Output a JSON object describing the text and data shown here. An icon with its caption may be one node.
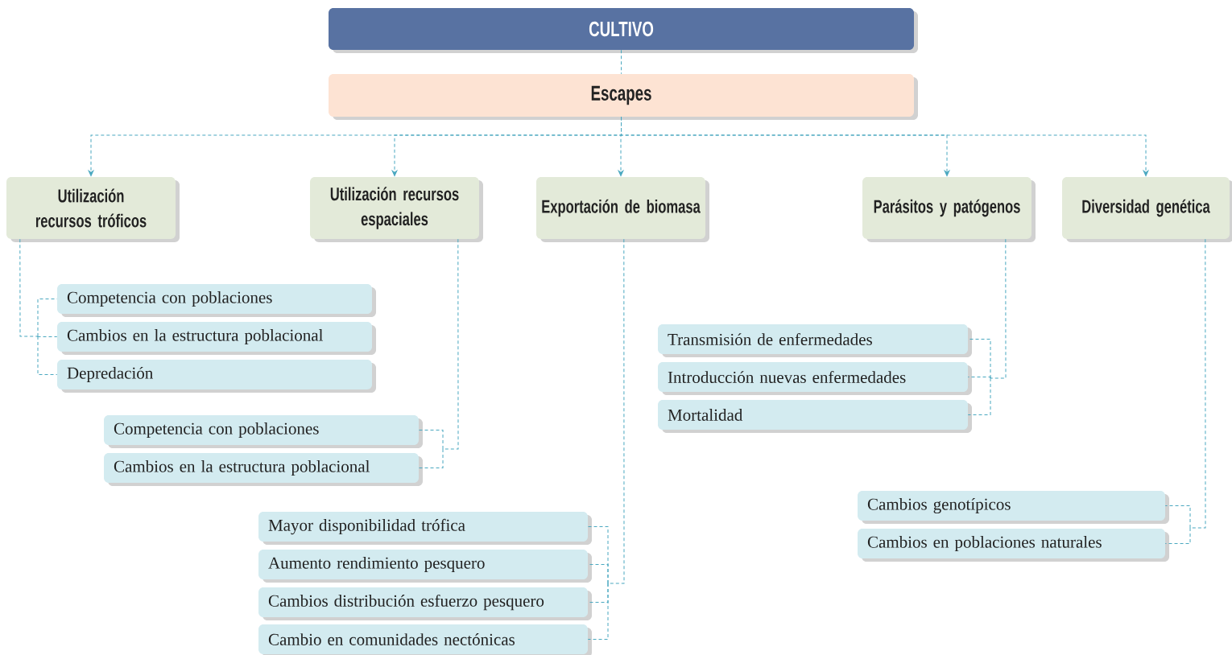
{
  "diagram": {
    "nodes": [
      {
        "text": [
          "CULTIVO"
        ]
      },
      {
        "text": [
          "Escapes"
        ]
      },
      {
        "text": [
          "Utilización recursos tróficos"
        ]
      },
      {
        "text": [
          "Utilización recursos espaciales"
        ]
      },
      {
        "text": [
          "Exportación de biomasa"
        ]
      },
      {
        "text": [
          "Parásitos y patógenos"
        ]
      },
      {
        "text": [
          "Diversidad genética"
        ]
      },
      {
        "text": [
          "Competencia con poblaciones"
        ]
      },
      {
        "text": [
          "Cambios en la estructura poblacional"
        ]
      },
      {
        "text": [
          "Depredación"
        ]
      },
      {
        "text": [
          "Competencia con poblaciones"
        ]
      },
      {
        "text": [
          "Cambios en la estructura poblacional"
        ]
      },
      {
        "text": [
          "Mayor disponibilidad trófica"
        ]
      },
      {
        "text": [
          "Aumento rendimiento pesquero"
        ]
      },
      {
        "text": [
          "Cambios distribución esfuerzo pesquero"
        ]
      },
      {
        "text": [
          "Cambio en comunidades nectónicas"
        ]
      },
      {
        "text": [
          "Transmisión de enfermedades"
        ]
      },
      {
        "text": [
          "Introducción nuevas enfermedades"
        ]
      },
      {
        "text": [
          "Mortalidad"
        ]
      },
      {
        "text": [
          "Cambios genotípicos"
        ]
      },
      {
        "text": [
          "Cambios en poblaciones naturales"
        ]
      }
    ],
    "edges": [
      {
        "from": 0,
        "to": 1,
        "arrow": "none",
        "style": "dashed"
      },
      {
        "from": 1,
        "to": 2,
        "arrow": "to",
        "style": "dashed"
      },
      {
        "from": 1,
        "to": 3,
        "arrow": "to",
        "style": "dashed"
      },
      {
        "from": 1,
        "to": 4,
        "arrow": "to",
        "style": "dashed"
      },
      {
        "from": 1,
        "to": 5,
        "arrow": "to",
        "style": "dashed"
      },
      {
        "from": 1,
        "to": 6,
        "arrow": "to",
        "style": "dashed"
      },
      {
        "from": 2,
        "to": 7,
        "arrow": "none",
        "style": "dashed"
      },
      {
        "from": 2,
        "to": 8,
        "arrow": "none",
        "style": "dashed"
      },
      {
        "from": 2,
        "to": 9,
        "arrow": "none",
        "style": "dashed"
      },
      {
        "from": 3,
        "to": 10,
        "arrow": "none",
        "style": "dashed"
      },
      {
        "from": 3,
        "to": 11,
        "arrow": "none",
        "style": "dashed"
      },
      {
        "from": 4,
        "to": 12,
        "arrow": "none",
        "style": "dashed"
      },
      {
        "from": 4,
        "to": 13,
        "arrow": "none",
        "style": "dashed"
      },
      {
        "from": 4,
        "to": 14,
        "arrow": "none",
        "style": "dashed"
      },
      {
        "from": 4,
        "to": 15,
        "arrow": "none",
        "style": "dashed"
      },
      {
        "from": 5,
        "to": 16,
        "arrow": "none",
        "style": "dashed"
      },
      {
        "from": 5,
        "to": 17,
        "arrow": "none",
        "style": "dashed"
      },
      {
        "from": 5,
        "to": 18,
        "arrow": "none",
        "style": "dashed"
      },
      {
        "from": 6,
        "to": 19,
        "arrow": "none",
        "style": "dashed"
      },
      {
        "from": 6,
        "to": 20,
        "arrow": "none",
        "style": "dashed"
      }
    ]
  }
}
